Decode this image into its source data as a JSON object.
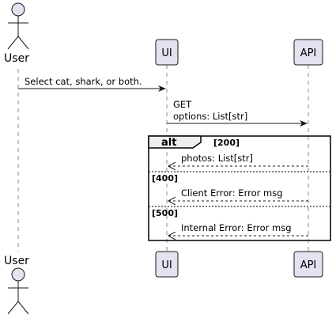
{
  "participants": {
    "user": "User",
    "ui": "UI",
    "api": "API"
  },
  "messages": {
    "select": "Select cat, shark, or both.",
    "get_line1": "GET",
    "get_line2": "options: List[str]",
    "photos": "photos: List[str]",
    "client_error": "Client Error: Error msg",
    "internal_error": "Internal Error: Error msg"
  },
  "alt_frame": {
    "title": "alt",
    "guard_200": "[200]",
    "guard_400": "[400]",
    "guard_500": "[500]"
  },
  "colors": {
    "participant_fill": "#e2e2f0",
    "participant_border": "#181818",
    "lifeline": "#888888",
    "arrow": "#181818"
  }
}
